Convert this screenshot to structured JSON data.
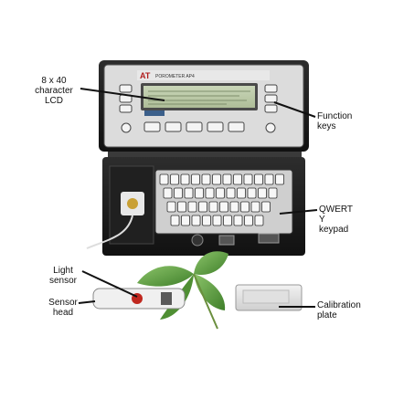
{
  "diagram": {
    "labels": {
      "lcd": "8 x 40\ncharacter\nLCD",
      "function_keys": "Function\nkeys",
      "qwerty": "QWERT\nY\nkeypad",
      "light_sensor": "Light\nsensor",
      "sensor_head": "Sensor\nhead",
      "calibration": "Calibration\nplate"
    },
    "device": {
      "brand": "AT",
      "model": "POROMETER  AP4"
    }
  }
}
